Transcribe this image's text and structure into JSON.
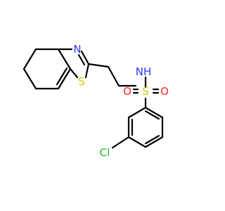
{
  "molecule": {
    "atoms": {
      "nitrogen_ring": {
        "text": "N",
        "color": "#3333ff"
      },
      "sulfur_ring": {
        "text": "S",
        "color": "#cccc00"
      },
      "nh": {
        "text": "NH",
        "color": "#3333ff"
      },
      "sulfonyl_s": {
        "text": "S",
        "color": "#cccc00"
      },
      "oxygen_1": {
        "text": "O",
        "color": "#ff2a2a"
      },
      "oxygen_2": {
        "text": "O",
        "color": "#ff2a2a"
      },
      "chlorine": {
        "text": "Cl",
        "color": "#22bb22"
      }
    },
    "bond_color": "#000000"
  }
}
